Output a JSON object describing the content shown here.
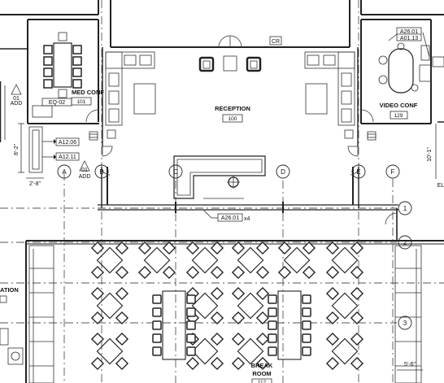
{
  "rooms": {
    "reception": {
      "name": "RECEPTION",
      "number": "100"
    },
    "med_conf": {
      "name": "MED CONF",
      "number": "101"
    },
    "video_conf": {
      "name": "VIDEO CONF",
      "number": "129"
    },
    "break_room": {
      "name": "BREAK",
      "name2": "ROOM",
      "number": "112"
    },
    "left_cut_room": {
      "name": "ATION"
    }
  },
  "grid_bubbles": [
    "A",
    "B",
    "C",
    "D",
    "E",
    "F",
    "1",
    "2",
    "3"
  ],
  "tags": {
    "cr": "CR",
    "eq": "EQ-02",
    "a12_06": "A12.06",
    "a12_11": "A12.11",
    "a26_01_top": "A26.01",
    "a01_13": "A01.13",
    "a26_01_x4": "A26.01",
    "x4": "x4",
    "d1_num": "01",
    "d1_txt": "ADD",
    "d2_num": "01",
    "d2_txt": "ADD",
    "el": "EL"
  },
  "dimensions": {
    "d_8_2": "8'-2\"",
    "d_2_8": "2'-8\"",
    "d_10_1": "10'-1\"",
    "d_5_6": "5'-6\""
  }
}
